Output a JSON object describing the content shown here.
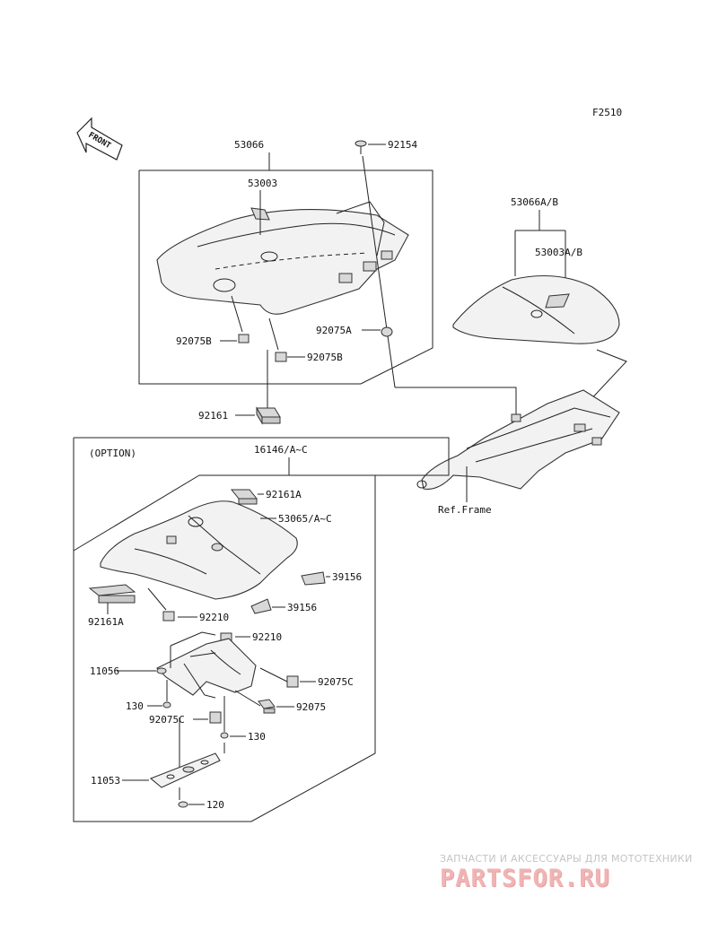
{
  "figure_code": "F2510",
  "front_arrow": "FRONT",
  "option_label": "(OPTION)",
  "ref_frame": "Ref.Frame",
  "labels": {
    "p53066": "53066",
    "p92154": "92154",
    "p53003": "53003",
    "p53066ab": "53066A/B",
    "p53003ab": "53003A/B",
    "p92075a": "92075A",
    "p92075b_l": "92075B",
    "p92075b_r": "92075B",
    "p92161": "92161",
    "p16146": "16146/A~C",
    "p92161a_t": "92161A",
    "p53065": "53065/A~C",
    "p39156_a": "39156",
    "p92161a_l": "92161A",
    "p39156_b": "39156",
    "p92210_a": "92210",
    "p92210_b": "92210",
    "p11056": "11056",
    "p92075c_r": "92075C",
    "p130_a": "130",
    "p92075": "92075",
    "p92075c_l": "92075C",
    "p130_b": "130",
    "p11053": "11053",
    "p120": "120"
  },
  "watermark": {
    "tagline": "ЗАПЧАСТИ И АКСЕССУАРЫ ДЛЯ МОТОТЕХНИКИ",
    "logo": "PARTSFOR.RU"
  }
}
